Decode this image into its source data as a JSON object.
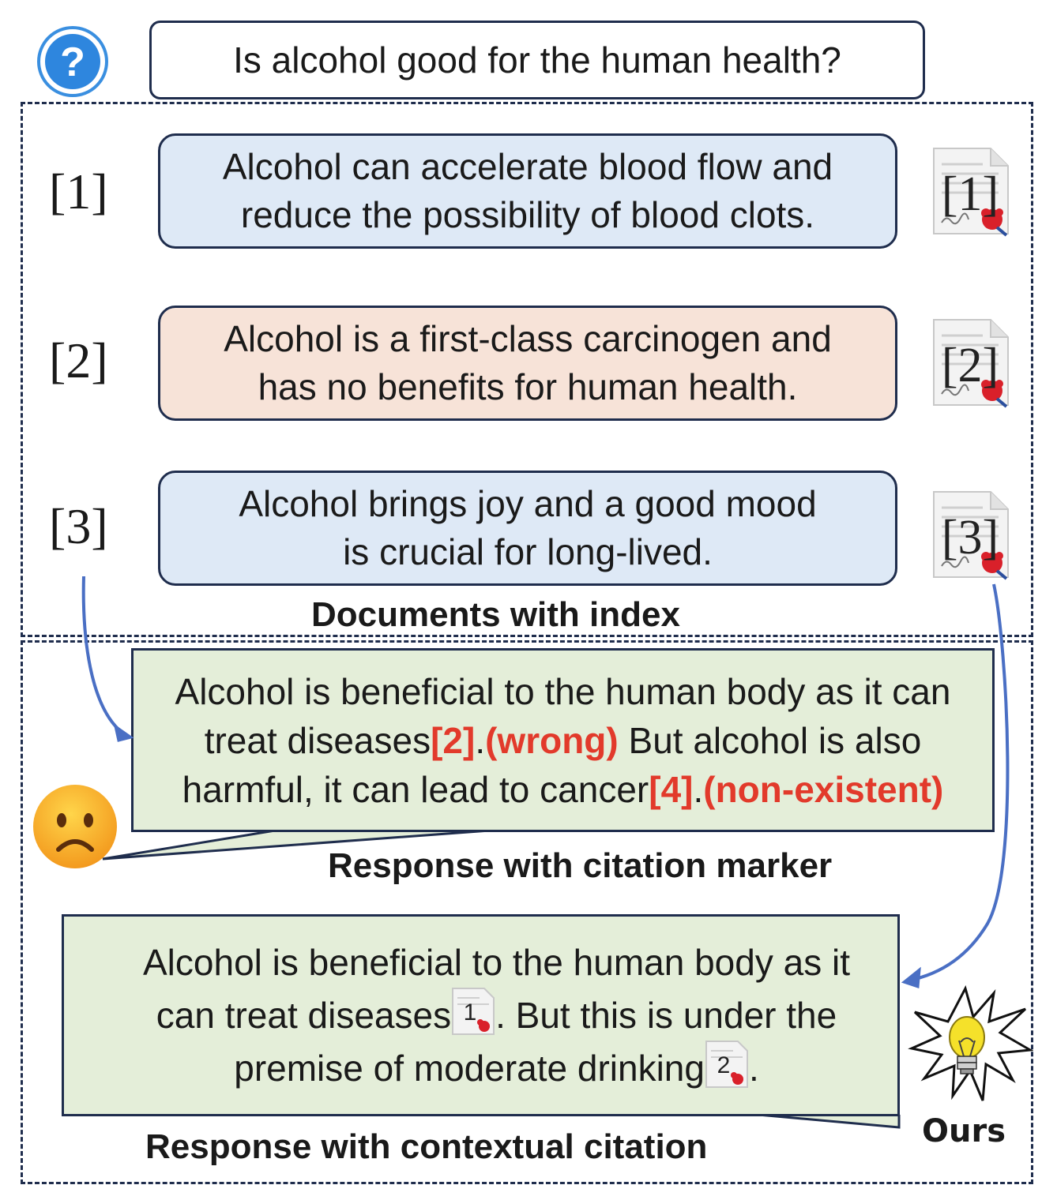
{
  "question": "Is alcohol good for the human health?",
  "documents": [
    {
      "index": "[1]",
      "line1": "Alcohol can accelerate blood flow and",
      "line2": "reduce the possibility of blood clots.",
      "color": "#dee9f6"
    },
    {
      "index": "[2]",
      "line1": "Alcohol is a first-class carcinogen and",
      "line2": "has no benefits for human health.",
      "color": "#f7e3d8"
    },
    {
      "index": "[3]",
      "line1": "Alcohol brings joy and a good mood",
      "line2": "is crucial for long-lived.",
      "color": "#dee9f6"
    }
  ],
  "documents_title": "Documents with index",
  "response_marker": {
    "part1": "Alcohol is beneficial to the human body as it can",
    "part2": "treat diseases",
    "cite1": "[2]",
    "sep1": ".",
    "label1": "(wrong)",
    "part3": " But alcohol is also",
    "part4": "harmful, it can lead to cancer",
    "cite2": "[4]",
    "sep2": ".",
    "label2": "(non-existent)",
    "title": "Response with citation marker"
  },
  "response_contextual": {
    "line1": "Alcohol is beneficial to the human body as it",
    "line2a": "can treat diseases",
    "icon1_num": "1",
    "line2b": ". But this is under the",
    "line3a": "premise of moderate drinking",
    "icon2_num": "2",
    "line3b": ".",
    "title": "Response with contextual citation"
  },
  "ours_label": "Ours",
  "colors": {
    "accent_red": "#e23a2b",
    "arrow_blue": "#4a6fc4",
    "frame": "#1f2d4d",
    "response_bg": "#e4eed9"
  }
}
